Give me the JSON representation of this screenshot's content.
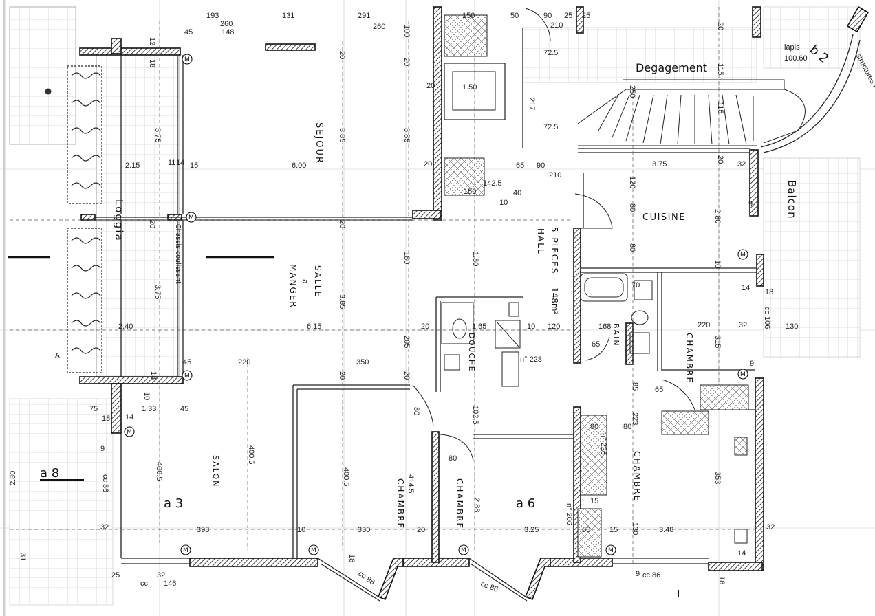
{
  "rooms": {
    "sejour": "SEJOUR",
    "salle": "SALLE",
    "salle_a": "a",
    "manger": "MANGER",
    "loggia": "Loggia",
    "chassis": "Chassis coulissant",
    "hall_type": "5 PIECES",
    "hall_area": "148m²",
    "hall": "HALL",
    "cuisine": "CUISINE",
    "degagement": "Degagement",
    "balcon": "Balcon",
    "bain": "BAIN",
    "douche": "DOUCHE",
    "salon": "SALON",
    "chambre_1": "CHAMBRE",
    "chambre_2": "CHAMBRE",
    "chambre_3": "CHAMBRE",
    "chambre_4": "CHAMBRE"
  },
  "section_marks": {
    "a3": "a 3",
    "a6": "a 6",
    "a8": "a 8",
    "b2": "b 2",
    "a_left": "A"
  },
  "notes": {
    "lapis": "lapis",
    "lapis_val": "100.60",
    "structures": "structures PREMI",
    "marker": "M"
  },
  "dimensions": {
    "d_193": "193",
    "d_260a": "260",
    "d_148": "148",
    "d_45a": "45",
    "d_131": "131",
    "d_291": "291",
    "d_260b": "260",
    "d_150a": "150",
    "d_50": "50",
    "d_90a": "90",
    "d_25a": "25",
    "d_25b": "25",
    "d_210a": "210",
    "d_20a": "20",
    "d_12": "12",
    "d_18a": "18",
    "d_375a": "3.75",
    "d_385a": "3.85",
    "d_385b": "3.85",
    "d_215": "2.15",
    "d_11a": "11",
    "d_14a": "14",
    "d_15a": "15",
    "d_600": "6.00",
    "d_20b": "20",
    "d_100": "100",
    "d_20c": "20",
    "d_150b": "1.50",
    "d_217": "217",
    "d_72a": "72.5",
    "d_72b": "72.5",
    "d_65a": "65",
    "d_40": "40",
    "d_10a": "10",
    "d_150c": "150",
    "d_142": "142.5",
    "d_90b": "90",
    "d_210b": "210",
    "d_375b": "3.75",
    "d_250": "250",
    "d_115a": "115",
    "d_115b": "115",
    "d_20d": "20",
    "d_32a": "32",
    "d_120a": "120",
    "d_80a": "80",
    "d_280a": "2.80",
    "d_80b": "80",
    "d_10b": "10",
    "d_70": "70",
    "d_168": "168",
    "d_65b": "65",
    "d_220a": "220",
    "d_32b": "32",
    "d_130a": "130",
    "d_315": "315",
    "d_14b": "14",
    "d_18b": "18",
    "d_cc106": "cc 106",
    "d_9a": "9",
    "d_20e": "20",
    "d_180a": "180",
    "d_180b": "1.80",
    "d_20f": "20",
    "d_375c": "3.75",
    "d_385c": "3.85",
    "d_240": "2.40",
    "d_615": "6.15",
    "d_20g": "20",
    "d_205": "205",
    "d_165": "1.65",
    "d_120b": "120",
    "d_10c": "10",
    "d_220b": "220",
    "d_350": "350",
    "d_45b": "45",
    "d_18c": "18",
    "d_75": "75",
    "d_133": "1.33",
    "d_45c": "45",
    "d_10d": "10",
    "d_20h": "20",
    "d_20i": "20",
    "d_80c": "80",
    "d_102": "102.5",
    "d_80d": "80",
    "d_n223": "n° 223",
    "d_n226": "n° 226",
    "d_n206": "n° 206",
    "d_85": "85",
    "d_223": "223",
    "d_65c": "65",
    "d_80e": "80",
    "d_80f": "80",
    "d_353": "353",
    "d_15b": "15",
    "d_60": "60",
    "d_15c": "15",
    "d_130b": "130",
    "d_348": "3.48",
    "d_32c": "32",
    "d_398": "398",
    "d_10e": "10",
    "d_330": "330",
    "d_20j": "20",
    "d_325": "3.25",
    "d_4005a": "400.5",
    "d_4005b": "400.5",
    "d_4005c": "400.5",
    "d_4145": "414.5",
    "d_288": "2.88",
    "d_280b": "2.80",
    "d_cc86a": "cc 86",
    "d_cc86b": "cc 86",
    "d_cc86c": "cc 86",
    "d_cc86d": "cc 86",
    "d_32d": "32",
    "d_146": "146",
    "d_25c": "25",
    "d_cc": "cc",
    "d_31": "31",
    "d_9b": "9",
    "d_14c": "14",
    "d_18d": "18",
    "d_18e": "18",
    "d_9c": "9",
    "d_14d": "14",
    "d_32e": "32",
    "d_9d": "9",
    "d_18f": "18",
    "d_20k": "20",
    "d_20l": "20"
  }
}
